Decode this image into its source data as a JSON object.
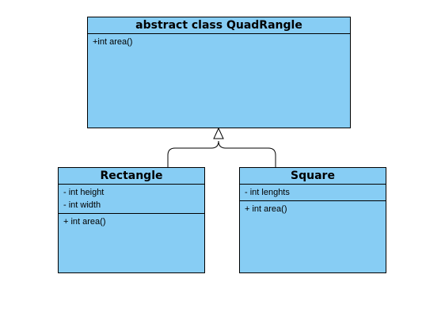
{
  "diagram": {
    "classes": {
      "quadrangle": {
        "title": "abstract class QuadRangle",
        "methods": [
          "+int area()"
        ]
      },
      "rectangle": {
        "title": "Rectangle",
        "attributes": [
          "- int height",
          "- int width"
        ],
        "methods": [
          "+ int area()"
        ]
      },
      "square": {
        "title": "Square",
        "attributes": [
          "- int lenghts"
        ],
        "methods": [
          "+ int area()"
        ]
      }
    },
    "relations": [
      {
        "type": "generalization",
        "from": "rectangle",
        "to": "quadrangle"
      },
      {
        "type": "generalization",
        "from": "square",
        "to": "quadrangle"
      }
    ],
    "colors": {
      "class_fill": "#87cdf4",
      "stroke": "#000000",
      "background": "#ffffff"
    }
  }
}
